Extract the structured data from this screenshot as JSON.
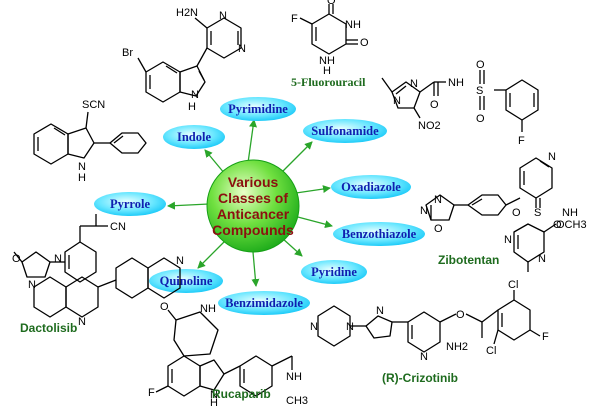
{
  "hub": {
    "lines": [
      "Various",
      "Classes of",
      "Anticancer",
      "Compounds"
    ]
  },
  "classes": [
    {
      "key": "pyrimidine",
      "label": "Pyrimidine"
    },
    {
      "key": "indole",
      "label": "Indole"
    },
    {
      "key": "sulfonamide",
      "label": "Sulfonamide"
    },
    {
      "key": "pyrrole",
      "label": "Pyrrole"
    },
    {
      "key": "oxadiazole",
      "label": "Oxadiazole"
    },
    {
      "key": "benzothiazole",
      "label": "Benzothiazole"
    },
    {
      "key": "quinoline",
      "label": "Quinoline"
    },
    {
      "key": "pyridine",
      "label": "Pyridine"
    },
    {
      "key": "benzimidazole",
      "label": "Benzimidazole"
    }
  ],
  "compounds": {
    "fluorouracil": "5-Fluorouracil",
    "zibotentan": "Zibotentan",
    "dactolisib": "Dactolisib",
    "rucaparib": "Rucaparib",
    "crizotinib": "(R)-Crizotinib"
  },
  "atoms": {
    "br": "Br",
    "h2n": "H2N",
    "n": "N",
    "nh": "NH",
    "h": "H",
    "o": "O",
    "f": "F",
    "no2": "NO2",
    "scn": "SCN",
    "cn": "CN",
    "s": "S",
    "och3": "OCH3",
    "cl": "Cl",
    "nh2": "NH2",
    "ch3": "CH3"
  },
  "colors": {
    "ellipse_fill_light": "#e6ffff",
    "ellipse_fill_dark": "#00ccff",
    "hub_light": "#d8ffb0",
    "hub_dark": "#19b019",
    "arrow": "#2aa52a",
    "class_text": "#0f1fb0",
    "hub_text": "#8b1010",
    "compound_text": "#1e6b1e"
  }
}
